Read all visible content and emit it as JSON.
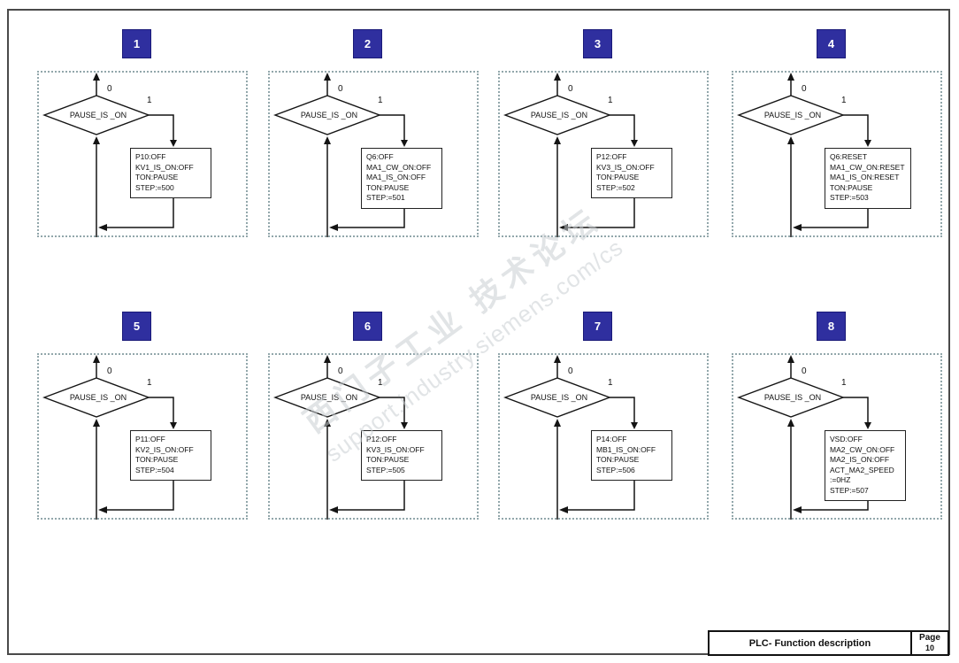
{
  "footer": {
    "title": "PLC- Function description",
    "page_label": "Page",
    "page_number": "10"
  },
  "watermark": {
    "line1": "西门子工业 技术论坛",
    "line2": "support.industry.siemens.com/cs"
  },
  "colors": {
    "badge_bg": "#2f2f9f",
    "badge_border": "#1a1a78",
    "dash": "#92a7ab",
    "line": "#141414",
    "wm": "#c9ced2"
  },
  "blocks": [
    {
      "number": "1",
      "condition": "PAUSE_IS _ON",
      "branch0": "0",
      "branch1": "1",
      "actions": "P10:OFF\nKV1_IS_ON:OFF\nTON:PAUSE\nSTEP:=500"
    },
    {
      "number": "2",
      "condition": "PAUSE_IS _ON",
      "branch0": "0",
      "branch1": "1",
      "actions": "Q6:OFF\nMA1_CW_ON:OFF\nMA1_IS_ON:OFF\nTON:PAUSE\nSTEP:=501"
    },
    {
      "number": "3",
      "condition": "PAUSE_IS _ON",
      "branch0": "0",
      "branch1": "1",
      "actions": "P12:OFF\nKV3_IS_ON:OFF\nTON:PAUSE\nSTEP:=502"
    },
    {
      "number": "4",
      "condition": "PAUSE_IS _ON",
      "branch0": "0",
      "branch1": "1",
      "actions": "Q6:RESET\nMA1_CW_ON:RESET\nMA1_IS_ON:RESET\nTON:PAUSE\nSTEP:=503"
    },
    {
      "number": "5",
      "condition": "PAUSE_IS _ON",
      "branch0": "0",
      "branch1": "1",
      "actions": "P11:OFF\nKV2_IS_ON:OFF\nTON:PAUSE\nSTEP:=504"
    },
    {
      "number": "6",
      "condition": "PAUSE_IS _ON",
      "branch0": "0",
      "branch1": "1",
      "actions": "P12:OFF\nKV3_IS_ON:OFF\nTON:PAUSE\nSTEP:=505"
    },
    {
      "number": "7",
      "condition": "PAUSE_IS _ON",
      "branch0": "0",
      "branch1": "1",
      "actions": "P14:OFF\nMB1_IS_ON:OFF\nTON:PAUSE\nSTEP:=506"
    },
    {
      "number": "8",
      "condition": "PAUSE_IS _ON",
      "branch0": "0",
      "branch1": "1",
      "actions": "VSD:OFF\nMA2_CW_ON:OFF\nMA2_IS_ON:OFF\nACT_MA2_SPEED\n:=0HZ\nSTEP:=507"
    }
  ]
}
